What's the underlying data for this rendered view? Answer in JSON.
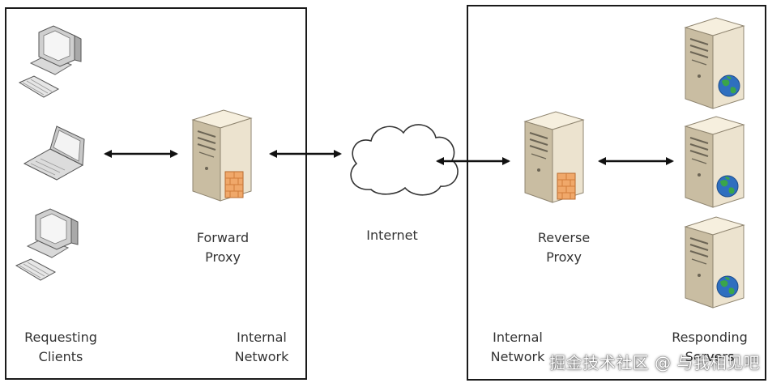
{
  "labels": {
    "forward_proxy": "Forward\nProxy",
    "internet": "Internet",
    "reverse_proxy": "Reverse\nProxy",
    "requesting_clients": "Requesting\nClients",
    "internal_network_left": "Internal\nNetwork",
    "internal_network_right": "Internal\nNetwork",
    "responding_servers": "Responding\nServers"
  },
  "watermark": "掘金技术社区 @ 与我相见吧",
  "icons": {
    "client": "desktop-computer-icon",
    "laptop": "laptop-icon",
    "proxy": "server-tower-icon",
    "firewall": "firewall-icon",
    "cloud": "cloud-icon",
    "globe": "globe-icon"
  },
  "colors": {
    "server_body": "#ece3cf",
    "server_shadow": "#c9bda2",
    "firewall": "#f0a86a",
    "globe_blue": "#2f6fbf",
    "globe_green": "#3aa54a",
    "frame": "#1a1a1a",
    "arrow": "#111111"
  }
}
